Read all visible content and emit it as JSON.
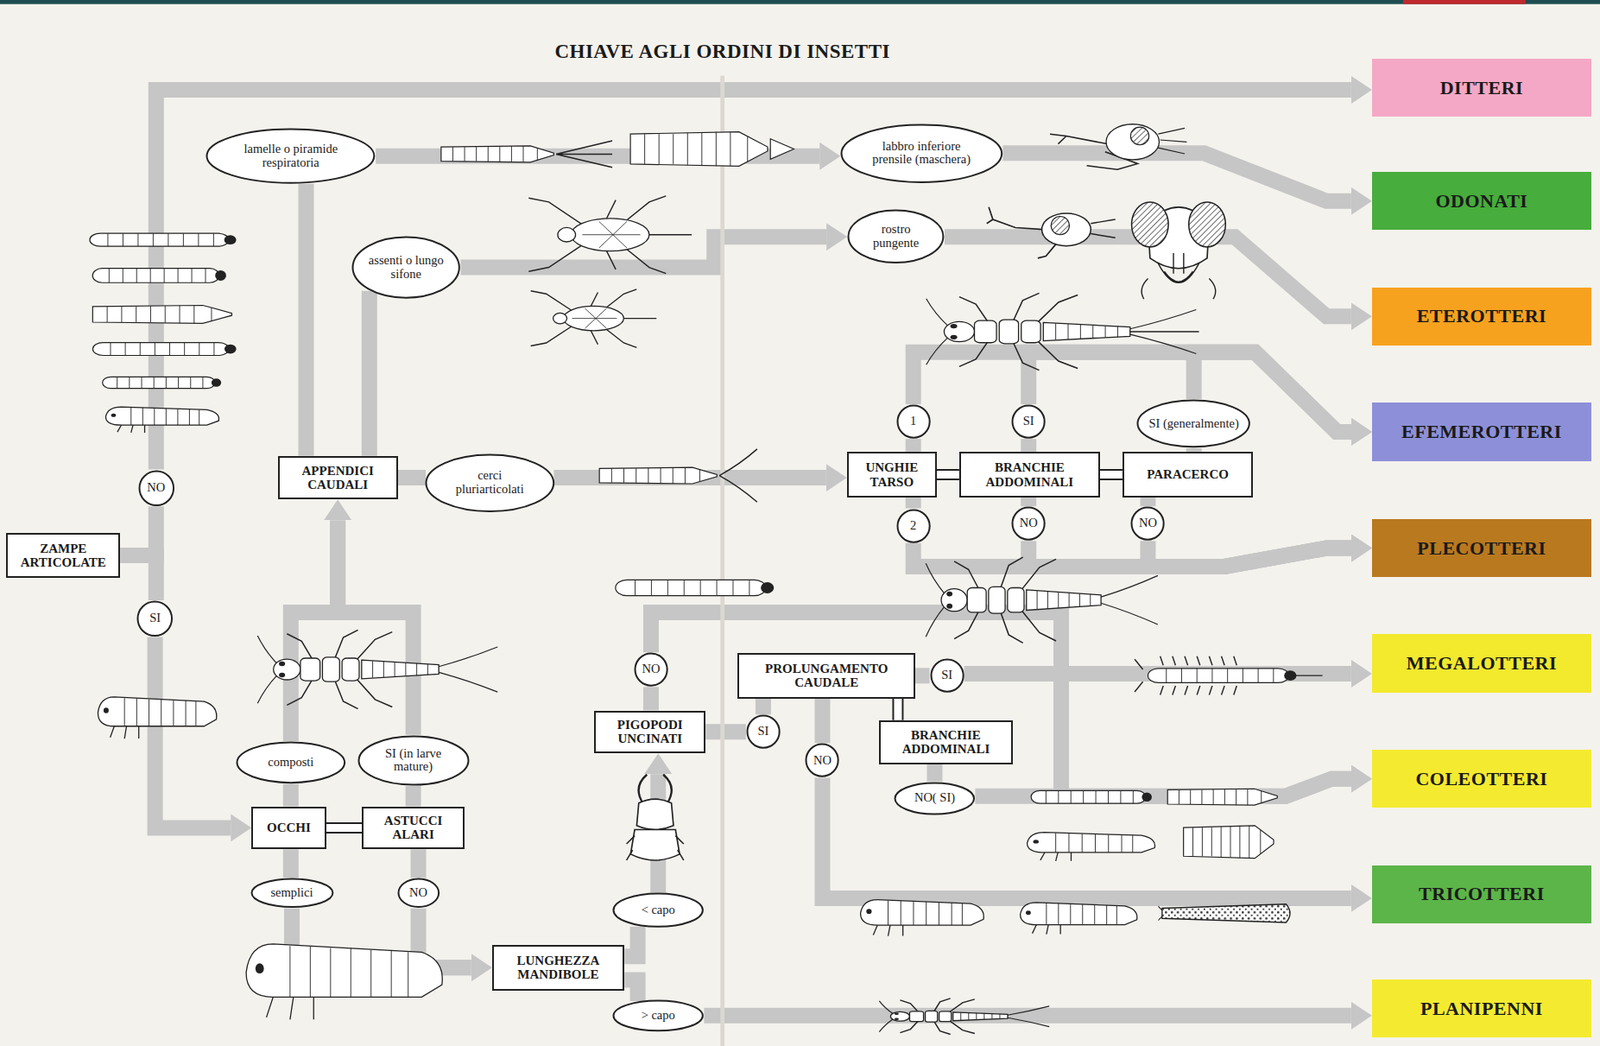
{
  "diagram": {
    "title": "CHIAVE AGLI ORDINI DI INSETTI",
    "nodes": [
      {
        "text": [
          "ZAMPE ARTICOLATE"
        ]
      },
      {
        "text": [
          "NO"
        ]
      },
      {
        "text": [
          "SI"
        ]
      },
      {
        "text": [
          "OCCHI"
        ]
      },
      {
        "text": [
          "ASTUCCI ALARI"
        ]
      },
      {
        "text": [
          "composti"
        ]
      },
      {
        "text": [
          "SI (in larve mature)"
        ]
      },
      {
        "text": [
          "semplici"
        ]
      },
      {
        "text": [
          "NO"
        ]
      },
      {
        "text": [
          "APPENDICI CAUDALI"
        ]
      },
      {
        "text": [
          "lamelle o piramide respiratoria"
        ]
      },
      {
        "text": [
          "assenti o lungo sifone"
        ]
      },
      {
        "text": [
          "cerci pluriarticolati"
        ]
      },
      {
        "text": [
          "labbro inferiore prensile (maschera)"
        ]
      },
      {
        "text": [
          "rostro pungente"
        ]
      },
      {
        "text": [
          "UNGHIE TARSO"
        ]
      },
      {
        "text": [
          "BRANCHIE ADDOMINALI"
        ]
      },
      {
        "text": [
          "PARACERCO"
        ]
      },
      {
        "text": [
          "1"
        ]
      },
      {
        "text": [
          "SI"
        ]
      },
      {
        "text": [
          "SI (generalmente)"
        ]
      },
      {
        "text": [
          "2"
        ]
      },
      {
        "text": [
          "NO"
        ]
      },
      {
        "text": [
          "NO"
        ]
      },
      {
        "text": [
          "LUNGHEZZA MANDIBOLE"
        ]
      },
      {
        "text": [
          "< capo"
        ]
      },
      {
        "text": [
          "> capo"
        ]
      },
      {
        "text": [
          "PIGOPODI UNCINATI"
        ]
      },
      {
        "text": [
          "NO"
        ]
      },
      {
        "text": [
          "SI"
        ]
      },
      {
        "text": [
          "PROLUNGAMENTO CAUDALE"
        ]
      },
      {
        "text": [
          "BRANCHIE ADDOMINALI"
        ]
      },
      {
        "text": [
          "SI"
        ]
      },
      {
        "text": [
          "NO"
        ]
      },
      {
        "text": [
          "NO( SI)"
        ]
      },
      {
        "text": [
          "DITTERI"
        ]
      },
      {
        "text": [
          "ODONATI"
        ]
      },
      {
        "text": [
          "ETEROTTERI"
        ]
      },
      {
        "text": [
          "EFEMEROTTERI"
        ]
      },
      {
        "text": [
          "PLECOTTERI"
        ]
      },
      {
        "text": [
          "MEGALOTTERI"
        ]
      },
      {
        "text": [
          "COLEOTTERI"
        ]
      },
      {
        "text": [
          "TRICOTTERI"
        ]
      },
      {
        "text": [
          "PLANIPENNI"
        ]
      }
    ],
    "edges": [
      {
        "from": 0,
        "to": 1,
        "arrow": "none"
      },
      {
        "from": 0,
        "to": 2,
        "arrow": "none"
      },
      {
        "from": 1,
        "to": 35,
        "arrow": "to"
      },
      {
        "from": 2,
        "to": 3,
        "arrow": "to"
      },
      {
        "from": 3,
        "to": 4,
        "arrow": "none"
      },
      {
        "from": 3,
        "to": 5,
        "arrow": "none"
      },
      {
        "from": 3,
        "to": 7,
        "arrow": "none"
      },
      {
        "from": 4,
        "to": 6,
        "arrow": "none"
      },
      {
        "from": 4,
        "to": 8,
        "arrow": "none"
      },
      {
        "from": 5,
        "to": 9,
        "arrow": "to"
      },
      {
        "from": 6,
        "to": 9,
        "arrow": "to"
      },
      {
        "from": 7,
        "to": 24,
        "arrow": "to"
      },
      {
        "from": 8,
        "to": 24,
        "arrow": "to"
      },
      {
        "from": 9,
        "to": 10,
        "arrow": "none"
      },
      {
        "from": 9,
        "to": 11,
        "arrow": "none"
      },
      {
        "from": 9,
        "to": 12,
        "arrow": "none"
      },
      {
        "from": 10,
        "to": 13,
        "arrow": "to"
      },
      {
        "from": 13,
        "to": 36,
        "arrow": "to"
      },
      {
        "from": 11,
        "to": 14,
        "arrow": "to"
      },
      {
        "from": 14,
        "to": 37,
        "arrow": "to"
      },
      {
        "from": 12,
        "to": 15,
        "arrow": "to"
      },
      {
        "from": 15,
        "to": 16,
        "arrow": "none"
      },
      {
        "from": 16,
        "to": 17,
        "arrow": "none"
      },
      {
        "from": 15,
        "to": 18,
        "arrow": "none"
      },
      {
        "from": 16,
        "to": 19,
        "arrow": "none"
      },
      {
        "from": 17,
        "to": 20,
        "arrow": "none"
      },
      {
        "from": 15,
        "to": 21,
        "arrow": "none"
      },
      {
        "from": 16,
        "to": 22,
        "arrow": "none"
      },
      {
        "from": 17,
        "to": 23,
        "arrow": "none"
      },
      {
        "from": 18,
        "to": 38,
        "arrow": "to"
      },
      {
        "from": 19,
        "to": 38,
        "arrow": "to"
      },
      {
        "from": 20,
        "to": 38,
        "arrow": "to"
      },
      {
        "from": 21,
        "to": 39,
        "arrow": "to"
      },
      {
        "from": 22,
        "to": 39,
        "arrow": "to"
      },
      {
        "from": 23,
        "to": 39,
        "arrow": "to"
      },
      {
        "from": 24,
        "to": 25,
        "arrow": "none"
      },
      {
        "from": 24,
        "to": 26,
        "arrow": "none"
      },
      {
        "from": 26,
        "to": 43,
        "arrow": "to"
      },
      {
        "from": 25,
        "to": 27,
        "arrow": "to"
      },
      {
        "from": 27,
        "to": 28,
        "arrow": "none"
      },
      {
        "from": 27,
        "to": 29,
        "arrow": "none"
      },
      {
        "from": 28,
        "to": 41,
        "arrow": "to"
      },
      {
        "from": 29,
        "to": 30,
        "arrow": "none"
      },
      {
        "from": 30,
        "to": 32,
        "arrow": "none"
      },
      {
        "from": 32,
        "to": 40,
        "arrow": "to"
      },
      {
        "from": 30,
        "to": 31,
        "arrow": "none"
      },
      {
        "from": 30,
        "to": 33,
        "arrow": "none"
      },
      {
        "from": 31,
        "to": 34,
        "arrow": "none"
      },
      {
        "from": 34,
        "to": 41,
        "arrow": "to"
      },
      {
        "from": 33,
        "to": 42,
        "arrow": "to"
      }
    ]
  }
}
